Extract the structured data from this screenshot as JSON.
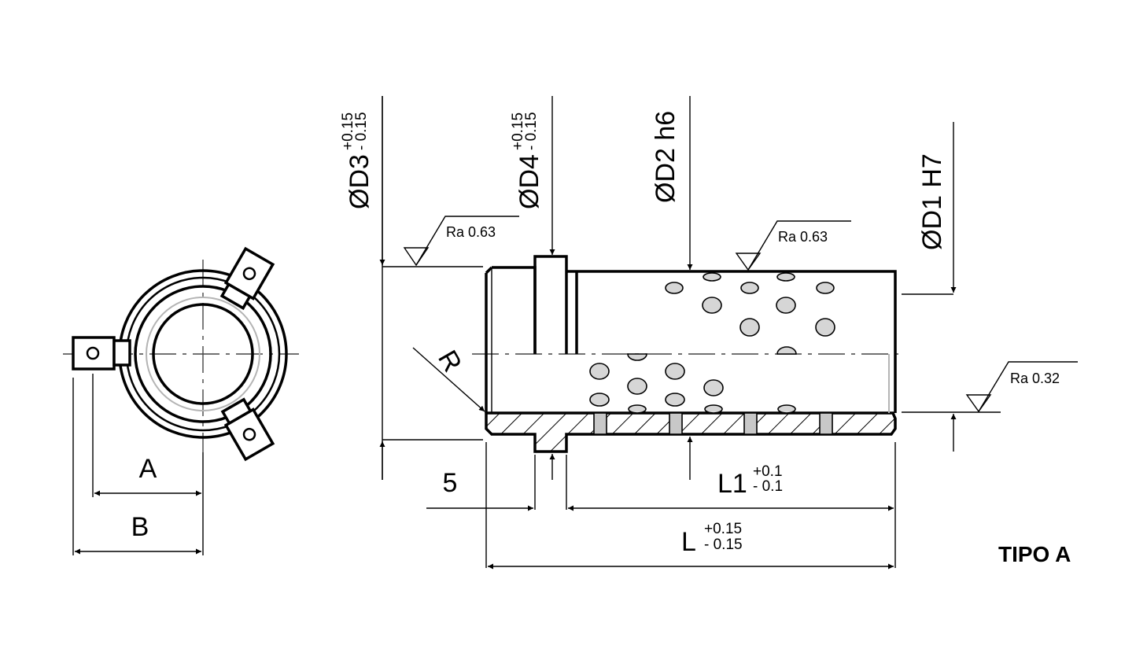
{
  "dimensions": {
    "d3": {
      "label": "ØD3",
      "tol_upper": "+0.15",
      "tol_lower": "- 0.15"
    },
    "d4": {
      "label": "ØD4",
      "tol_upper": "+0.15",
      "tol_lower": "- 0.15"
    },
    "d2": {
      "label": "ØD2 h6"
    },
    "d1": {
      "label": "ØD1 H7"
    },
    "radius": {
      "label": "R"
    },
    "offset": {
      "label": "5"
    },
    "l1": {
      "label": "L1",
      "tol_upper": "+0.1",
      "tol_lower": "- 0.1"
    },
    "l": {
      "label": "L",
      "tol_upper": "+0.15",
      "tol_lower": "- 0.15"
    },
    "a": {
      "label": "A"
    },
    "b": {
      "label": "B"
    }
  },
  "roughness": {
    "flange": "Ra 0.63",
    "outer": "Ra 0.63",
    "bore": "Ra 0.32"
  },
  "type_label": "TIPO A"
}
